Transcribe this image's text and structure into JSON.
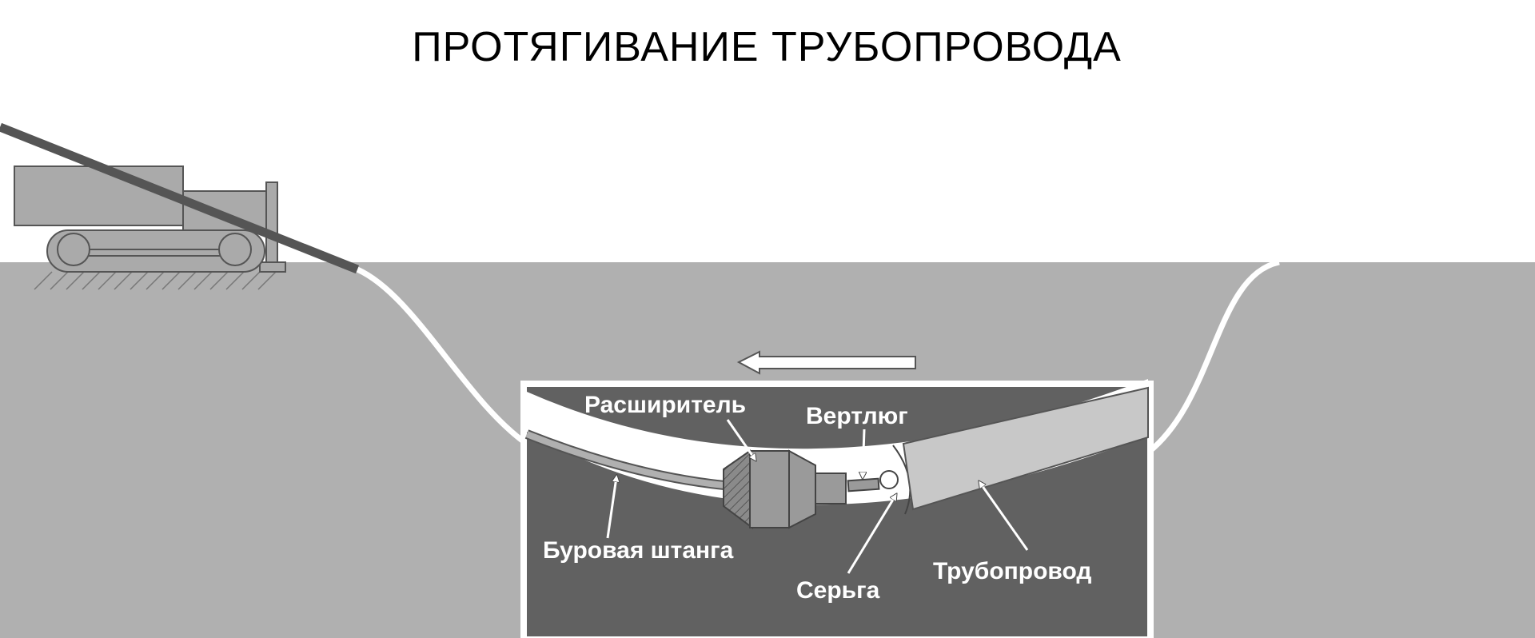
{
  "title": "ПРОТЯГИВАНИЕ ТРУБОПРОВОДА",
  "labels": {
    "reamer": "Расширитель",
    "swivel": "Вертлюг",
    "drill_rod": "Буровая штанга",
    "shackle": "Серьга",
    "pipeline": "Трубопровод"
  },
  "colors": {
    "ground": "#b0b0b0",
    "inset_bg": "#616161",
    "rod": "#555555",
    "pipe": "#c8c8c8",
    "rig": "#aaaaaa"
  }
}
